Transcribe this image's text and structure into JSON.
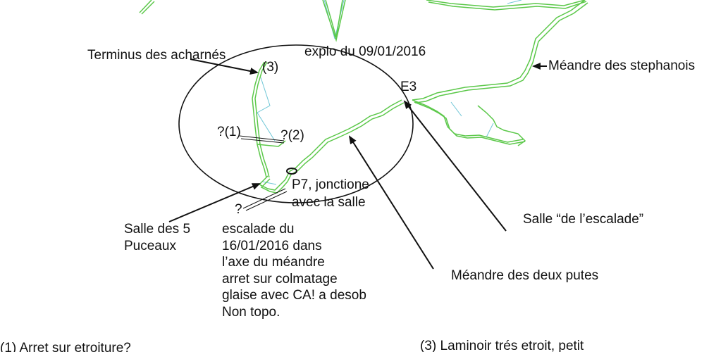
{
  "labels": {
    "terminus": "Terminus des acharnés",
    "explo": "explo du 09/01/2016",
    "meandre_stephanois": "Méandre des stephanois",
    "e3": "E3",
    "three": "(3)",
    "q1": "?(1)",
    "q2": "?(2)",
    "p7_line1": "P7, jonctione",
    "p7_line2": "avec la salle",
    "q": "?",
    "salle_5_line1": "Salle des 5",
    "salle_5_line2": "Puceaux",
    "salle_escalade": "Salle “de l’escalade”",
    "meandre_deux": "Méandre des deux putes"
  },
  "escalade_note": [
    "escalade du",
    "16/01/2016 dans",
    "l’axe du méandre",
    "arret sur colmatage",
    "glaise avec CA! a desob",
    "Non topo."
  ],
  "footnotes": {
    "f1": "(1) Arret sur etroiture?",
    "f3": "(3) Laminoir trés etroit, petit"
  },
  "colors": {
    "survey_line": "#5cc84a",
    "survey_cross": "#6ec6d6",
    "ink": "#111111"
  }
}
